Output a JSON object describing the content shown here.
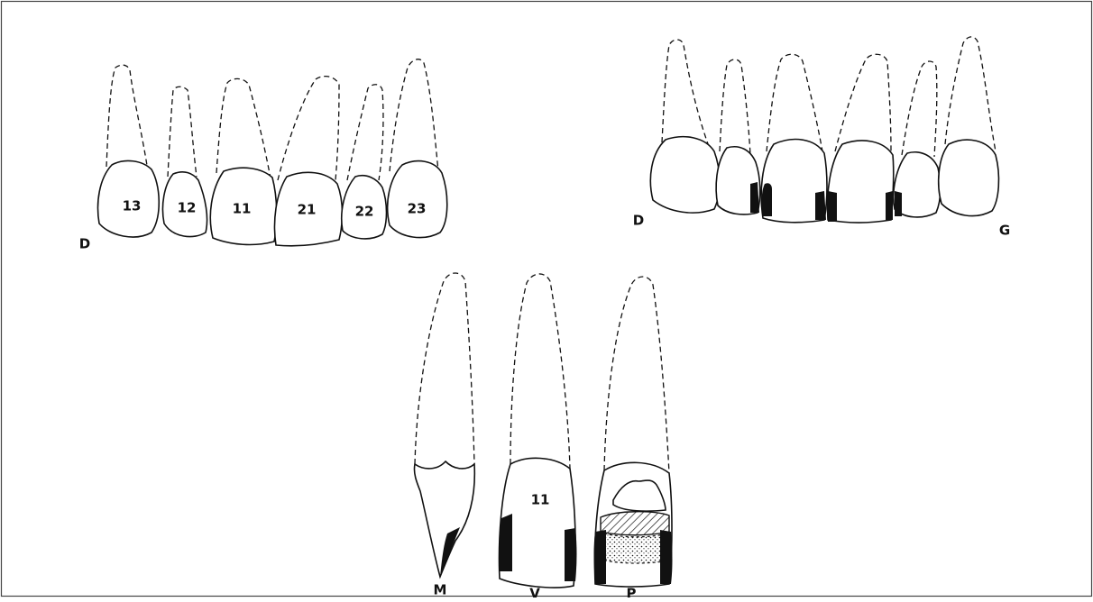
{
  "diagram": {
    "top_left": {
      "side_label": "D",
      "teeth": [
        "13",
        "12",
        "11",
        "21",
        "22",
        "23"
      ]
    },
    "top_right": {
      "left_label": "D",
      "right_label": "G"
    },
    "bottom": {
      "tooth_label": "11",
      "views": [
        "M",
        "V",
        "P"
      ]
    }
  }
}
